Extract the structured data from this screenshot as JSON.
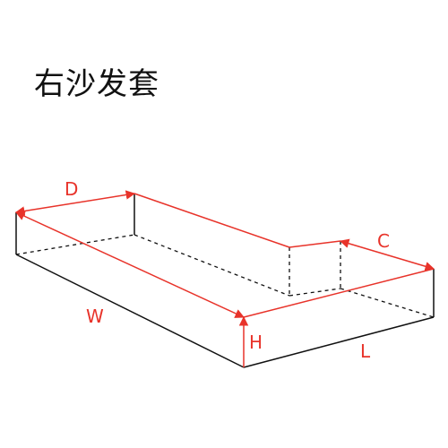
{
  "title": "右沙发套",
  "dimensions": {
    "depth": "D",
    "width": "W",
    "height": "H",
    "length": "L",
    "corner": "C"
  },
  "colors": {
    "outline": "#111111",
    "dimension": "#e8332a",
    "background": "#ffffff"
  }
}
